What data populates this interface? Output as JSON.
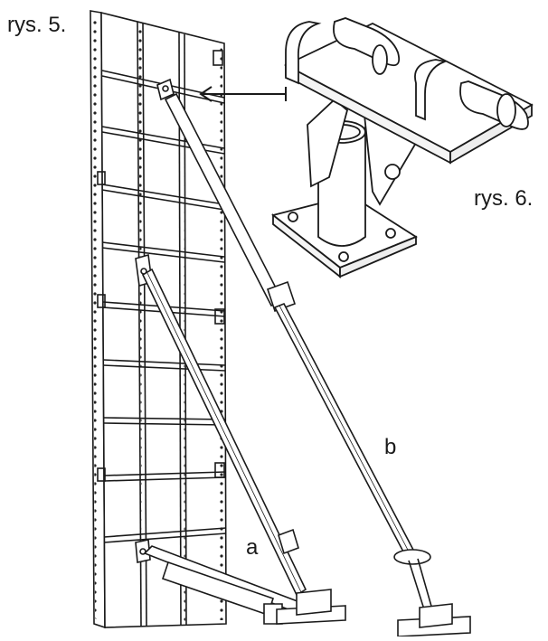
{
  "labels": {
    "fig5": "rys. 5.",
    "fig6": "rys. 6.",
    "brace_a": "a",
    "brace_b": "b"
  },
  "colors": {
    "ink": "#1a1a1a",
    "paper": "#ffffff"
  },
  "icons": {
    "pointer": "arrow-left-icon"
  }
}
